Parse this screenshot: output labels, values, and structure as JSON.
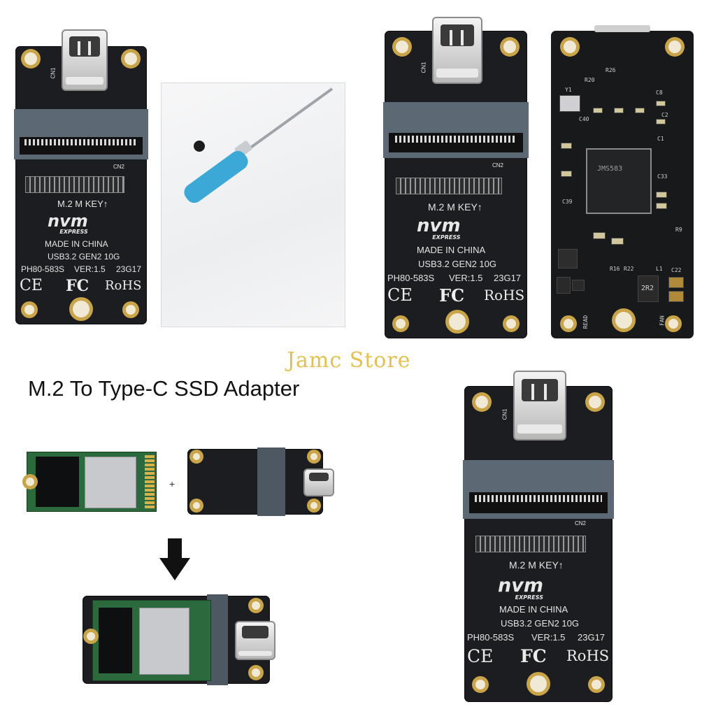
{
  "watermark": "Jamc Store",
  "title": "M.2 To Type-C SSD Adapter",
  "board": {
    "cn1": "CN1",
    "cn2": "CN2",
    "key": "M.2 M KEY↑",
    "brand": "nvm",
    "brand_sub": "EXPRESS",
    "made": "MADE IN CHINA",
    "usb": "USB3.2 GEN2 10G",
    "model": "PH80-583S",
    "ver": "VER:1.5",
    "date": "23G17",
    "ce": "CE",
    "fc": "FC",
    "rohs": "RoHS"
  },
  "back": {
    "chip_text": "JMS583",
    "inductor": "2R2",
    "labels": [
      "R26",
      "C40",
      "R20",
      "Y1",
      "C1",
      "C8",
      "R9",
      "L1",
      "R16",
      "R22",
      "C22",
      "FAN",
      "READ",
      "C2",
      "C33",
      "C39"
    ]
  },
  "diagram": {
    "plus": "+"
  }
}
